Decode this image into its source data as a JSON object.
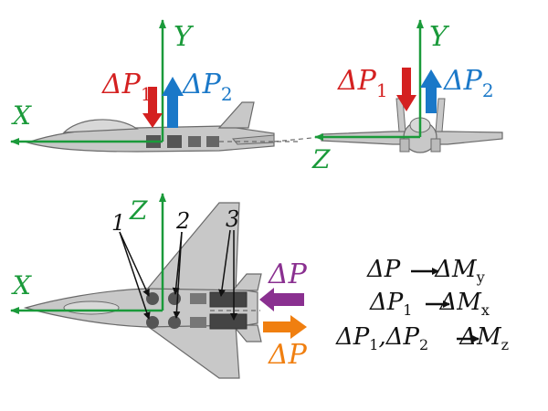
{
  "colors": {
    "axis": "#1a9a3a",
    "red": "#d42020",
    "blue": "#1a78c8",
    "purple": "#8a3090",
    "orange": "#f07f10",
    "body": "#c8c8c8",
    "outline": "#6a6a6a",
    "engine": "#555555"
  },
  "side_view": {
    "axis_x": "X",
    "axis_y": "Y",
    "force_1": "ΔP",
    "force_1_sub": "1",
    "force_2": "ΔP",
    "force_2_sub": "2"
  },
  "front_view": {
    "axis_y": "Y",
    "axis_z": "Z",
    "force_1": "ΔP",
    "force_1_sub": "1",
    "force_2": "ΔP",
    "force_2_sub": "2"
  },
  "top_view": {
    "axis_x": "X",
    "axis_z": "Z",
    "callout_1": "1",
    "callout_2": "2",
    "callout_3": "3",
    "thrust_top": "ΔP",
    "thrust_bottom": "ΔP"
  },
  "equations": {
    "eq1_left": "ΔP",
    "eq1_right": "ΔM",
    "eq1_right_sub": "y",
    "eq2_left": "ΔP",
    "eq2_left_sub": "1",
    "eq2_right": "ΔM",
    "eq2_right_sub": "x",
    "eq3_left_a": "ΔP",
    "eq3_left_a_sub": "1",
    "eq3_sep": ",",
    "eq3_left_b": "ΔP",
    "eq3_left_b_sub": "2",
    "eq3_right": "ΔM",
    "eq3_right_sub": "z"
  }
}
